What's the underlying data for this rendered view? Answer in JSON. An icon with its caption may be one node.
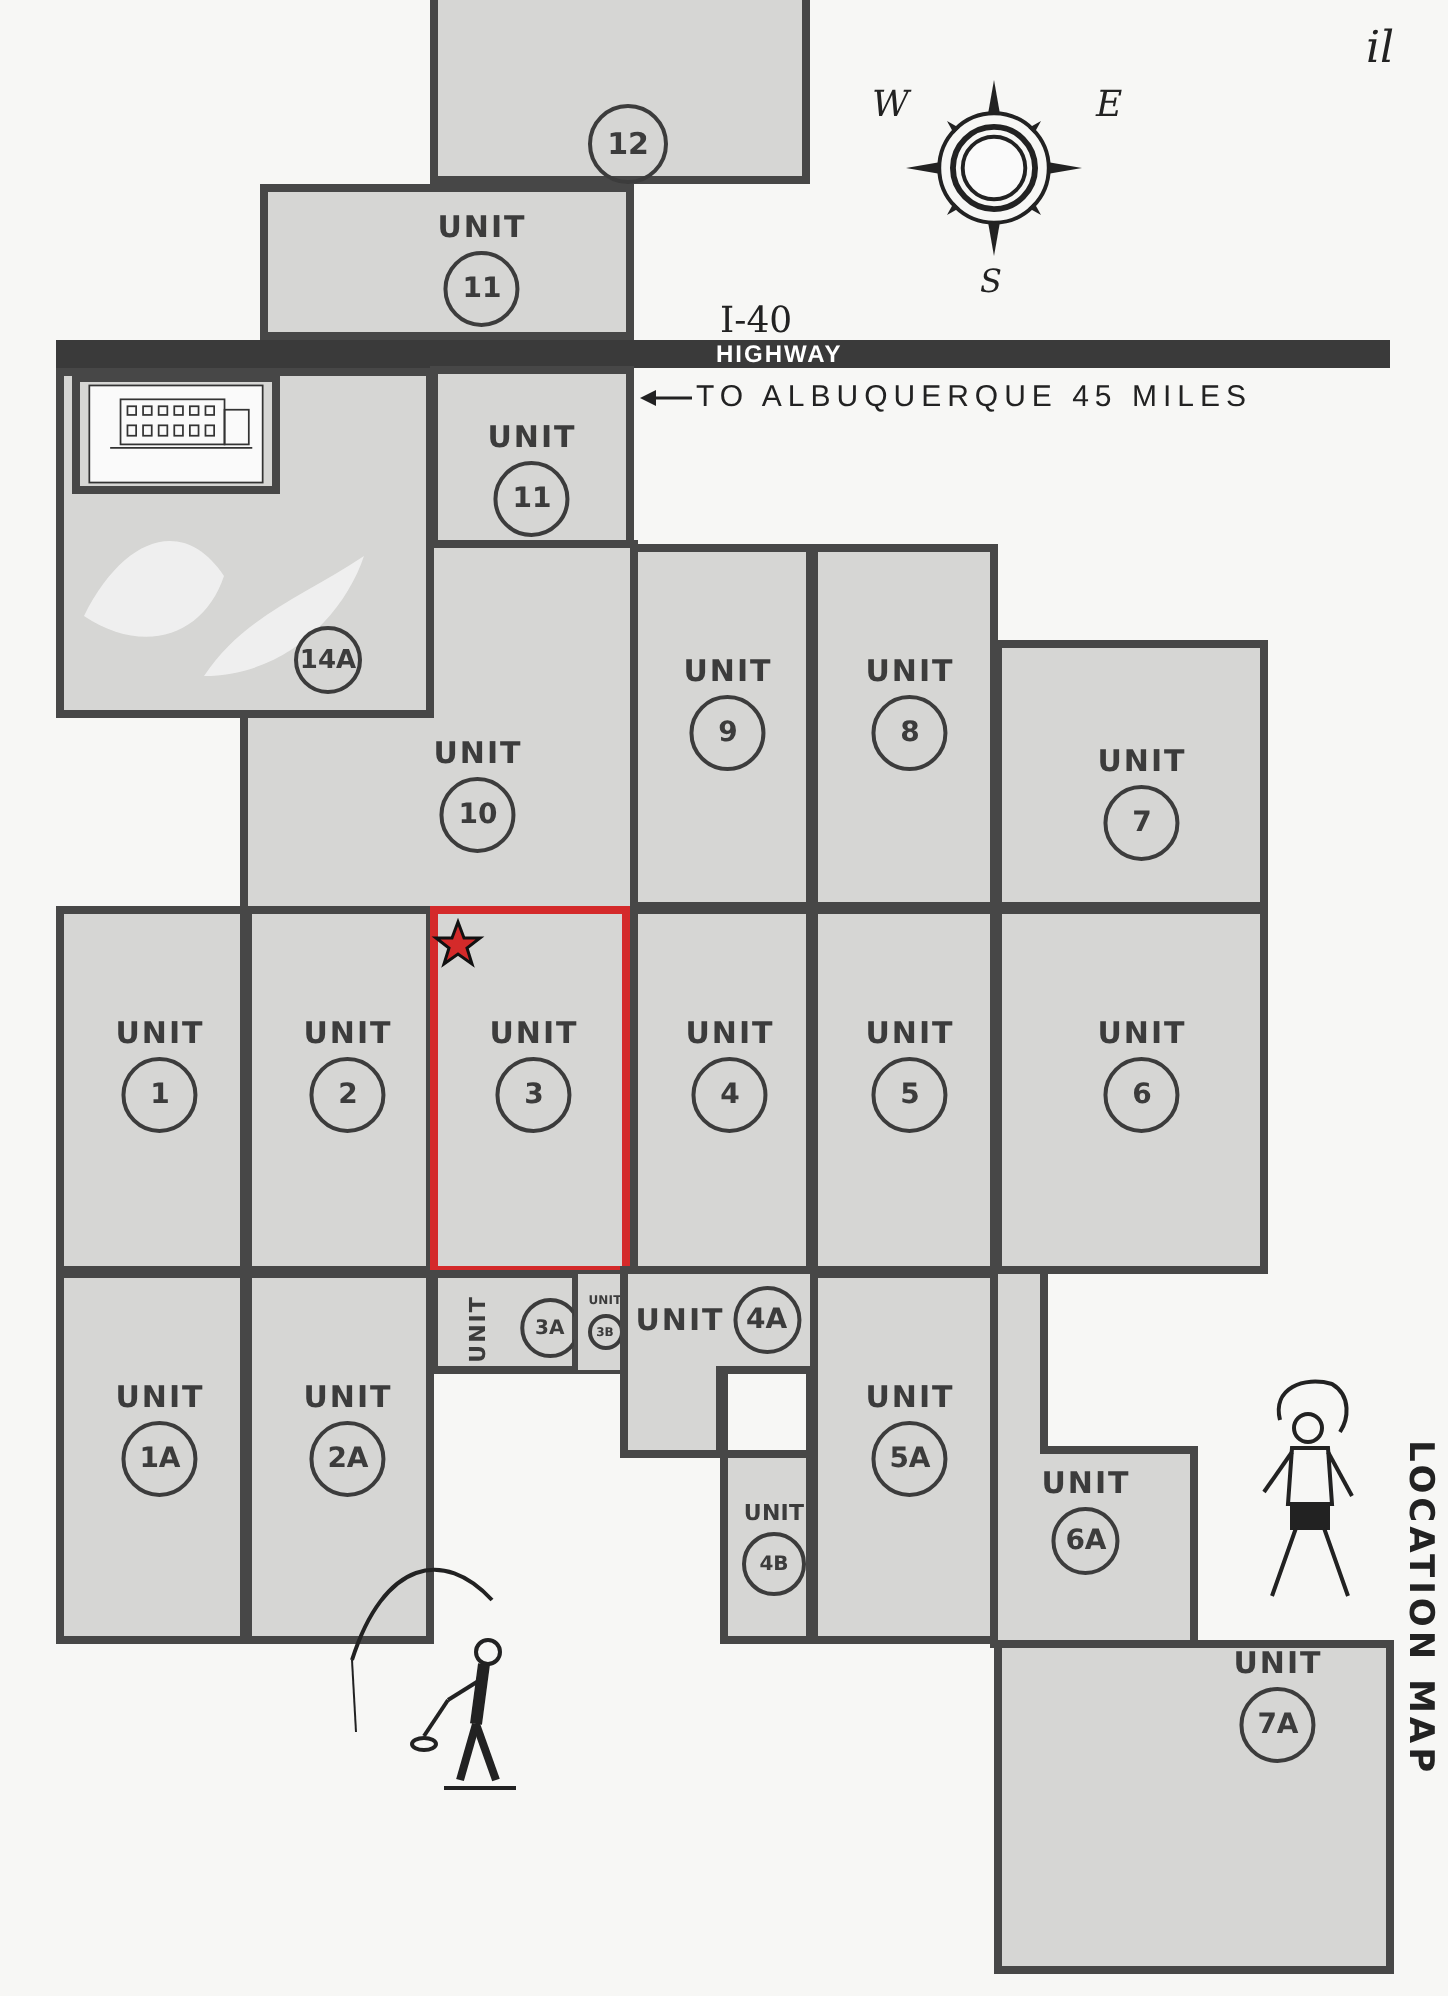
{
  "diagram": {
    "nodes": [
      {
        "text": [
          "12"
        ]
      },
      {
        "text": [
          "UNIT",
          "11"
        ]
      },
      {
        "text": [
          "HIGHWAY"
        ]
      },
      {
        "text": [
          "14A"
        ]
      },
      {
        "text": [],
        "shape": "picture",
        "in": 3
      },
      {
        "text": [
          "UNIT",
          "11"
        ]
      },
      {
        "text": [
          "UNIT",
          "10"
        ]
      },
      {
        "text": [
          "UNIT",
          "9"
        ]
      },
      {
        "text": [
          "UNIT",
          "8"
        ]
      },
      {
        "text": [
          "UNIT",
          "7"
        ]
      },
      {
        "text": [
          "UNIT",
          "1"
        ]
      },
      {
        "text": [
          "UNIT",
          "2"
        ]
      },
      {
        "text": [
          "UNIT",
          "3"
        ]
      },
      {
        "text": [
          "UNIT",
          "4"
        ]
      },
      {
        "text": [
          "UNIT",
          "5"
        ]
      },
      {
        "text": [
          "UNIT",
          "6"
        ]
      },
      {
        "text": [
          "UNIT",
          "1A"
        ]
      },
      {
        "text": [
          "UNIT",
          "2A"
        ]
      },
      {
        "text": [
          "UNIT",
          "3A"
        ]
      },
      {
        "text": [
          "UNIT",
          "3B"
        ]
      },
      {
        "text": [
          "UNIT",
          "4A"
        ]
      },
      {
        "text": [],
        "shape": "box"
      },
      {
        "text": [
          "UNIT",
          "4B"
        ]
      },
      {
        "text": [
          "UNIT",
          "5A"
        ]
      },
      {
        "text": [
          "UNIT",
          "6A"
        ]
      },
      {
        "text": [
          "UNIT",
          "7A"
        ]
      }
    ],
    "labels": [
      "il",
      "W",
      "E",
      "S",
      "I-40",
      "TO ALBUQUERQUE 45 MILES",
      "LOCATION MAP"
    ]
  }
}
